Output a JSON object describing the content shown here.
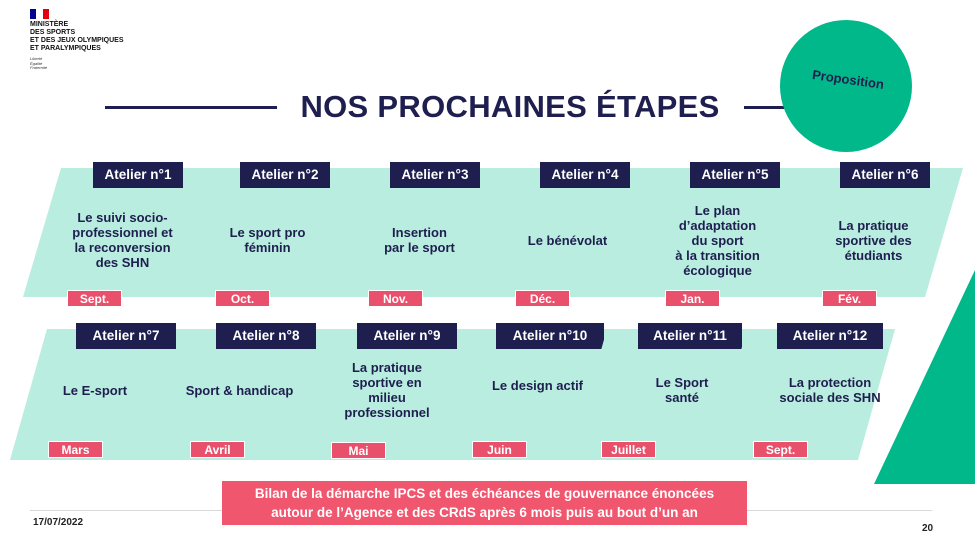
{
  "logo": {
    "flag_colors": [
      "#000091",
      "#ffffff",
      "#e1000f"
    ],
    "lines": [
      "MINISTÈRE",
      "DES SPORTS",
      "ET DES JEUX OLYMPIQUES",
      "ET PARALYMPIQUES"
    ],
    "motto": [
      "Liberté",
      "Égalité",
      "Fraternité"
    ]
  },
  "title": "NOS PROCHAINES ÉTAPES",
  "proposition": "Proposition",
  "colors": {
    "navy": "#1e1e4f",
    "mint": "#b9eddf",
    "green": "#00b889",
    "pink": "#e8506b"
  },
  "row1": [
    {
      "badge": "Atelier n°1",
      "text": "Le suivi socio-\nprofessionnel et\nla reconversion\ndes SHN",
      "month": "Sept."
    },
    {
      "badge": "Atelier n°2",
      "text": "Le sport pro\nféminin",
      "month": "Oct."
    },
    {
      "badge": "Atelier n°3",
      "text": "Insertion\npar le sport",
      "month": "Nov."
    },
    {
      "badge": "Atelier n°4",
      "text": "Le bénévolat",
      "month": "Déc."
    },
    {
      "badge": "Atelier n°5",
      "text": "Le plan\nd’adaptation\ndu sport\nà la transition\nécologique",
      "month": "Jan."
    },
    {
      "badge": "Atelier n°6",
      "text": "La pratique\nsportive des\nétudiants",
      "month": "Fév."
    }
  ],
  "row2": [
    {
      "badge": "Atelier n°7",
      "text": "Le E-sport",
      "month": "Mars"
    },
    {
      "badge": "Atelier n°8",
      "text": "Sport & handicap",
      "month": "Avril"
    },
    {
      "badge": "Atelier n°9",
      "text": "La pratique\nsportive en\nmilieu\nprofessionnel",
      "month": "Mai"
    },
    {
      "badge": "Atelier n°10",
      "text": "Le design actif",
      "month": "Juin"
    },
    {
      "badge": "Atelier n°11",
      "text": "Le Sport\nsanté",
      "month": "Juillet"
    },
    {
      "badge": "Atelier n°12",
      "text": "La protection\nsociale des SHN",
      "month": "Sept."
    }
  ],
  "bilan": "Bilan de la démarche IPCS et des échéances de gouvernance énoncées\nautour de l’Agence et des CRdS après 6 mois puis au bout d’un an",
  "footer": {
    "date": "17/07/2022",
    "page": "20"
  }
}
